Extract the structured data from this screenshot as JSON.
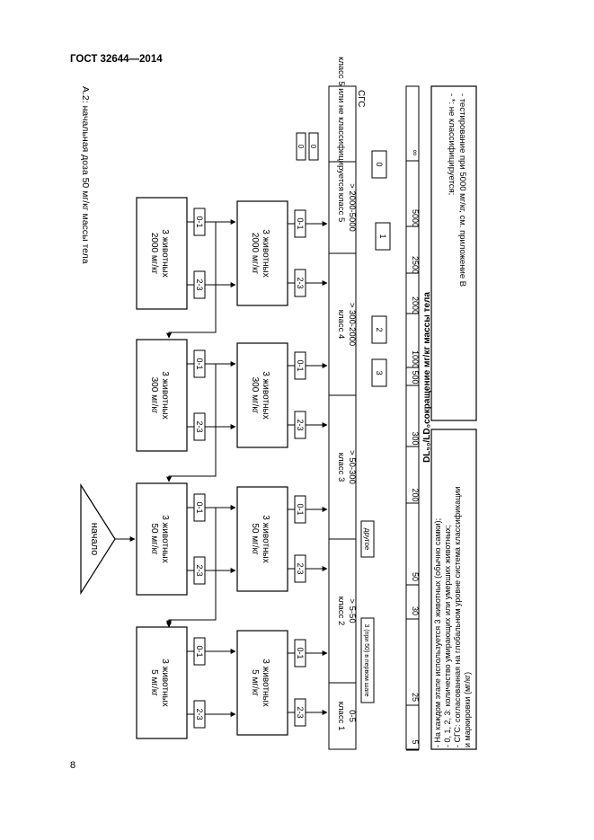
{
  "document": {
    "header": "ГОСТ 32644—2014",
    "page_number": "8"
  },
  "section_title": "А.2: начальная доза 50 мг/кг массы тела",
  "start_label": "начало",
  "dose_boxes": [
    {
      "dose": "5 мг/кг",
      "animals": "3 животных"
    },
    {
      "dose": "50 мг/кг",
      "animals": "3 животных"
    },
    {
      "dose": "300 мг/кг",
      "animals": "3 животных"
    },
    {
      "dose": "2000 мг/кг",
      "animals": "3 животных"
    }
  ],
  "retest_boxes": [
    {
      "dose": "5 мг/кг",
      "animals": "3 животных"
    },
    {
      "dose": "50 мг/кг",
      "animals": "3 животных"
    },
    {
      "dose": "300 мг/кг",
      "animals": "3 животных"
    },
    {
      "dose": "2000 мг/кг",
      "animals": "3 животных"
    }
  ],
  "outcome_labels": {
    "low": "0-1",
    "high": "2-3",
    "zero": "0"
  },
  "classes": [
    {
      "name": "класс 1",
      "range": "0-5"
    },
    {
      "name": "класс 2",
      "range": "> 5-50"
    },
    {
      "name": "класс 3",
      "range": "> 50-300"
    },
    {
      "name": "класс 4",
      "range": "> 300-2000"
    },
    {
      "name": "класс 5",
      "range": "> 2000-5000"
    },
    {
      "name": "класс 5 или не классифицируется",
      "range": ""
    }
  ],
  "class_header_tag": "СГС",
  "small_boxes": {
    "first_step": "3 (при 50) в первом шаге",
    "other": "другое",
    "three": "3",
    "two": "2",
    "one": "1",
    "zero": "0"
  },
  "axis": {
    "ticks": [
      "5",
      "25",
      "30",
      "50",
      "200",
      "300",
      "500",
      "1000",
      "2000",
      "2500",
      "5000",
      "∞"
    ],
    "title": "DL₅₀/LD₀сокращение мг/кг массы тела"
  },
  "notes_right": [
    "- *: не классифицируется;",
    "- тестирование при 5000 мг/кг, см. приложение В"
  ],
  "notes_left": [
    "- На каждом этапе используется 3 животных (обычно самки);",
    "- 0, 1, 2, 3: количество умирающих или умерших животных;",
    "- СГС: согласованная на глобальном уровне система классификации",
    "и маркировки (мг/кг)"
  ]
}
